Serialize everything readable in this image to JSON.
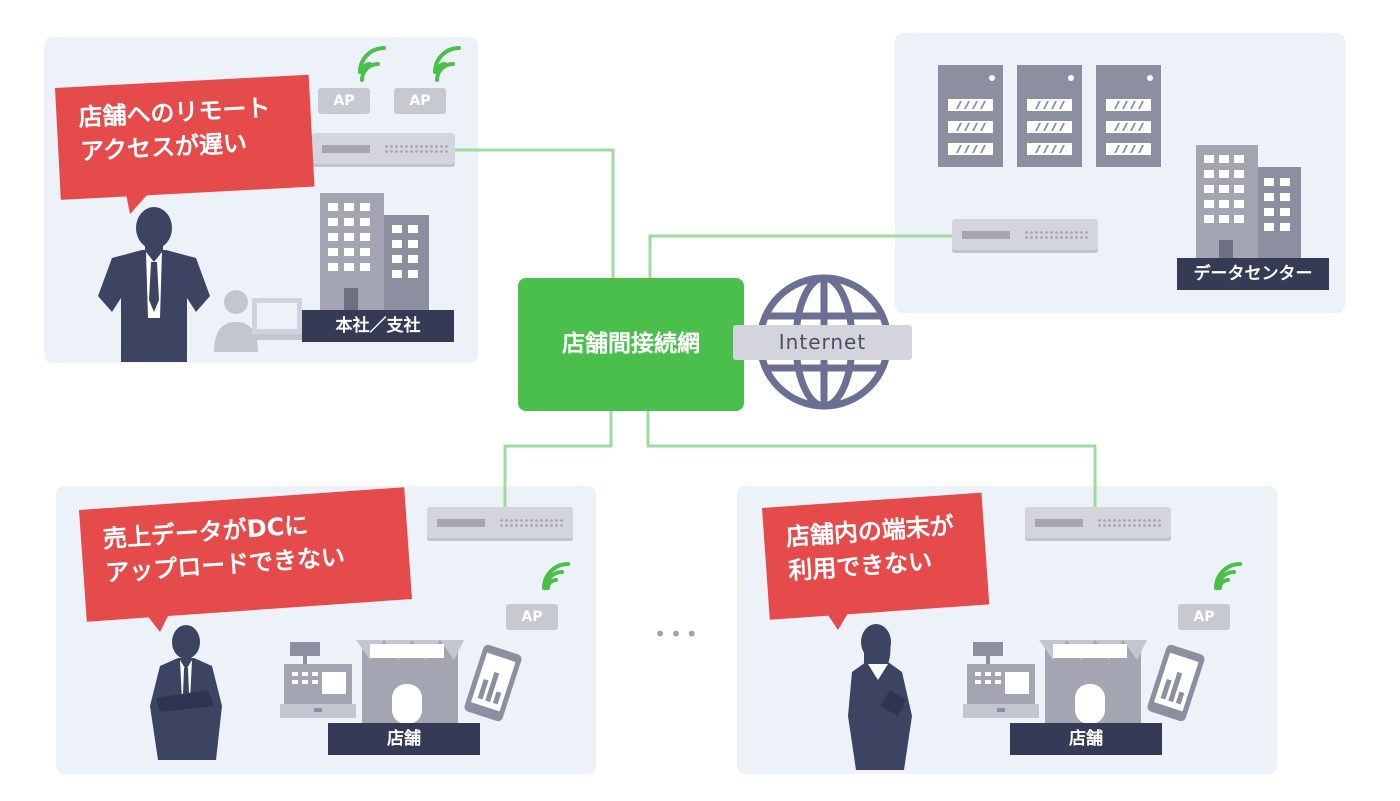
{
  "hub": {
    "label": "店舗間接続網"
  },
  "internet": {
    "label": "Internet"
  },
  "hq": {
    "label": "本社／支社",
    "callout_line1": "店舗へのリモート",
    "callout_line2": "アクセスが遅い",
    "ap_label": "AP"
  },
  "datacenter": {
    "label": "データセンター"
  },
  "store_left": {
    "label": "店舗",
    "callout_line1": "売上データがDCに",
    "callout_line2": "アップロードできない",
    "ap_label": "AP"
  },
  "store_right": {
    "label": "店舗",
    "callout_line1": "店舗内の端末が",
    "callout_line2": "利用できない",
    "ap_label": "AP"
  },
  "ellipsis": "•••",
  "colors": {
    "panel": "#edf2f9",
    "hub": "#4bbf4b",
    "link": "#9fdb9f",
    "callout": "#e64b4b",
    "label_bar": "#353b54",
    "device": "#8b8fa0",
    "person": "#3c4461",
    "globe": "#6a7093",
    "wifi": "#4bbf4b"
  }
}
